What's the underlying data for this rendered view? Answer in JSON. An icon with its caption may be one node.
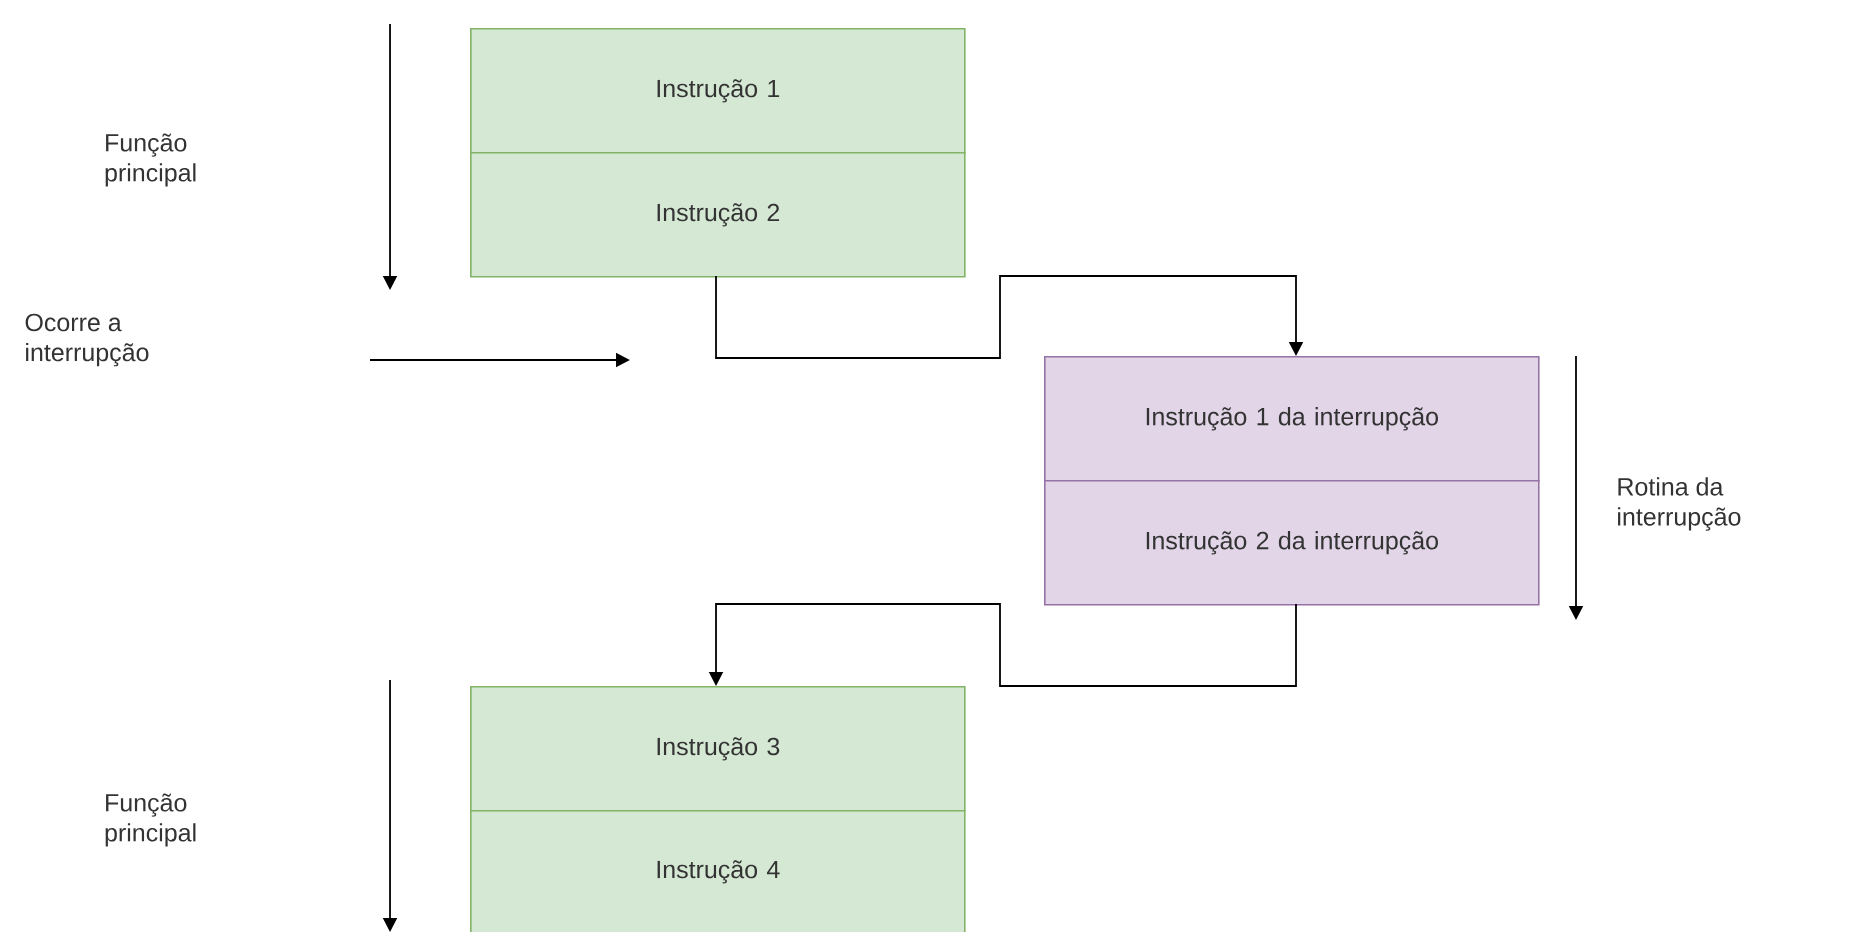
{
  "diagram": {
    "nodes": [
      {
        "text": [
          "Instrução 1"
        ]
      },
      {
        "text": [
          "Instrução 2"
        ]
      },
      {
        "text": [
          "Instrução 1 da interrupção"
        ]
      },
      {
        "text": [
          "Instrução 2 da interrupção"
        ]
      },
      {
        "text": [
          "Instrução 3"
        ]
      },
      {
        "text": [
          "Instrução 4"
        ]
      }
    ],
    "edges": [
      {
        "from": 1,
        "to": 2,
        "arrow": "to"
      },
      {
        "from": 3,
        "to": 4,
        "arrow": "to"
      }
    ],
    "labels": [
      "Função principal",
      "Ocorre a interrupção",
      "Rotina da interrupção",
      "Função principal"
    ]
  }
}
